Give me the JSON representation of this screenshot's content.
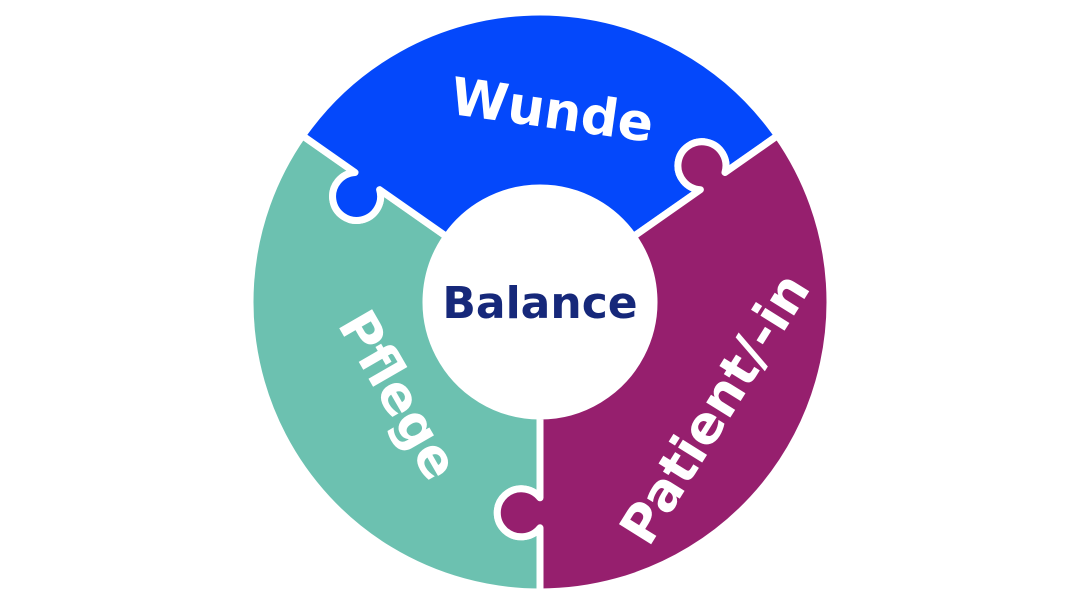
{
  "diagram": {
    "center": {
      "label": "Balance",
      "color": "#16287a"
    },
    "segments": [
      {
        "key": "wunde",
        "label": "Wunde",
        "color": "#0448fb"
      },
      {
        "key": "pflege",
        "label": "Pflege",
        "color": "#6cc1b0"
      },
      {
        "key": "patient",
        "label": "Patient/-in",
        "color": "#961f6e"
      }
    ],
    "background": "#ffffff",
    "gap_color": "#ffffff"
  }
}
